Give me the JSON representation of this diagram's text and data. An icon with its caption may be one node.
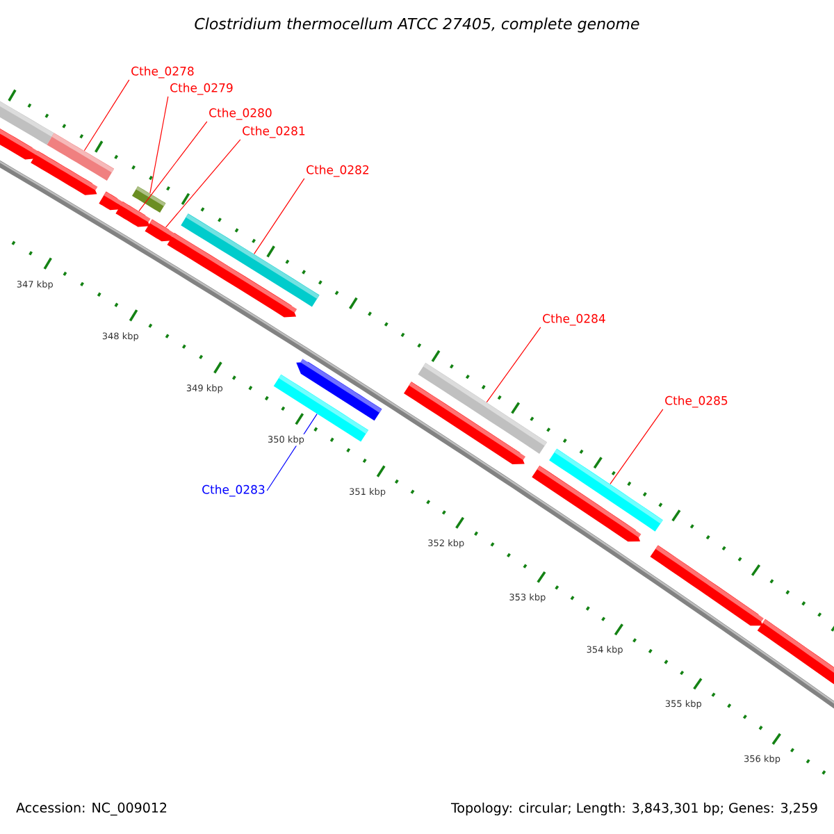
{
  "diagram": {
    "title": "Clostridium thermocellum ATCC 27405, complete genome",
    "nodes": [
      {
        "text": [
          "Cthe_0278"
        ]
      },
      {
        "text": [],
        "shape": "bar"
      },
      {
        "text": [
          "Cthe_0279"
        ]
      },
      {
        "text": [],
        "shape": "bar"
      },
      {
        "text": [
          "Cthe_0280"
        ]
      },
      {
        "text": [],
        "shape": "bar"
      },
      {
        "text": [
          "Cthe_0281"
        ]
      },
      {
        "text": [],
        "shape": "bar"
      },
      {
        "text": [
          "Cthe_0282"
        ]
      },
      {
        "text": [],
        "shape": "bar"
      },
      {
        "text": [
          "Cthe_0284"
        ]
      },
      {
        "text": [],
        "shape": "bar"
      },
      {
        "text": [
          "Cthe_0285"
        ]
      },
      {
        "text": [],
        "shape": "bar"
      },
      {
        "text": [
          "Cthe_0283"
        ]
      },
      {
        "text": [],
        "shape": "bar"
      }
    ],
    "edges": [
      {
        "from": 0,
        "to": 1,
        "arrow": "none"
      },
      {
        "from": 2,
        "to": 3,
        "arrow": "none"
      },
      {
        "from": 4,
        "to": 5,
        "arrow": "none"
      },
      {
        "from": 6,
        "to": 7,
        "arrow": "none"
      },
      {
        "from": 8,
        "to": 9,
        "arrow": "none"
      },
      {
        "from": 10,
        "to": 11,
        "arrow": "none"
      },
      {
        "from": 12,
        "to": 13,
        "arrow": "none"
      },
      {
        "from": 14,
        "to": 15,
        "arrow": "none",
        "color": "#0000ff"
      }
    ],
    "labels": [
      "347 kbp",
      "348 kbp",
      "349 kbp",
      "350 kbp",
      "351 kbp",
      "352 kbp",
      "353 kbp",
      "354 kbp",
      "355 kbp",
      "356 kbp",
      "Accession: NC_009012",
      "Topology: circular; Length: 3,843,301 bp; Genes: 3,259"
    ]
  }
}
